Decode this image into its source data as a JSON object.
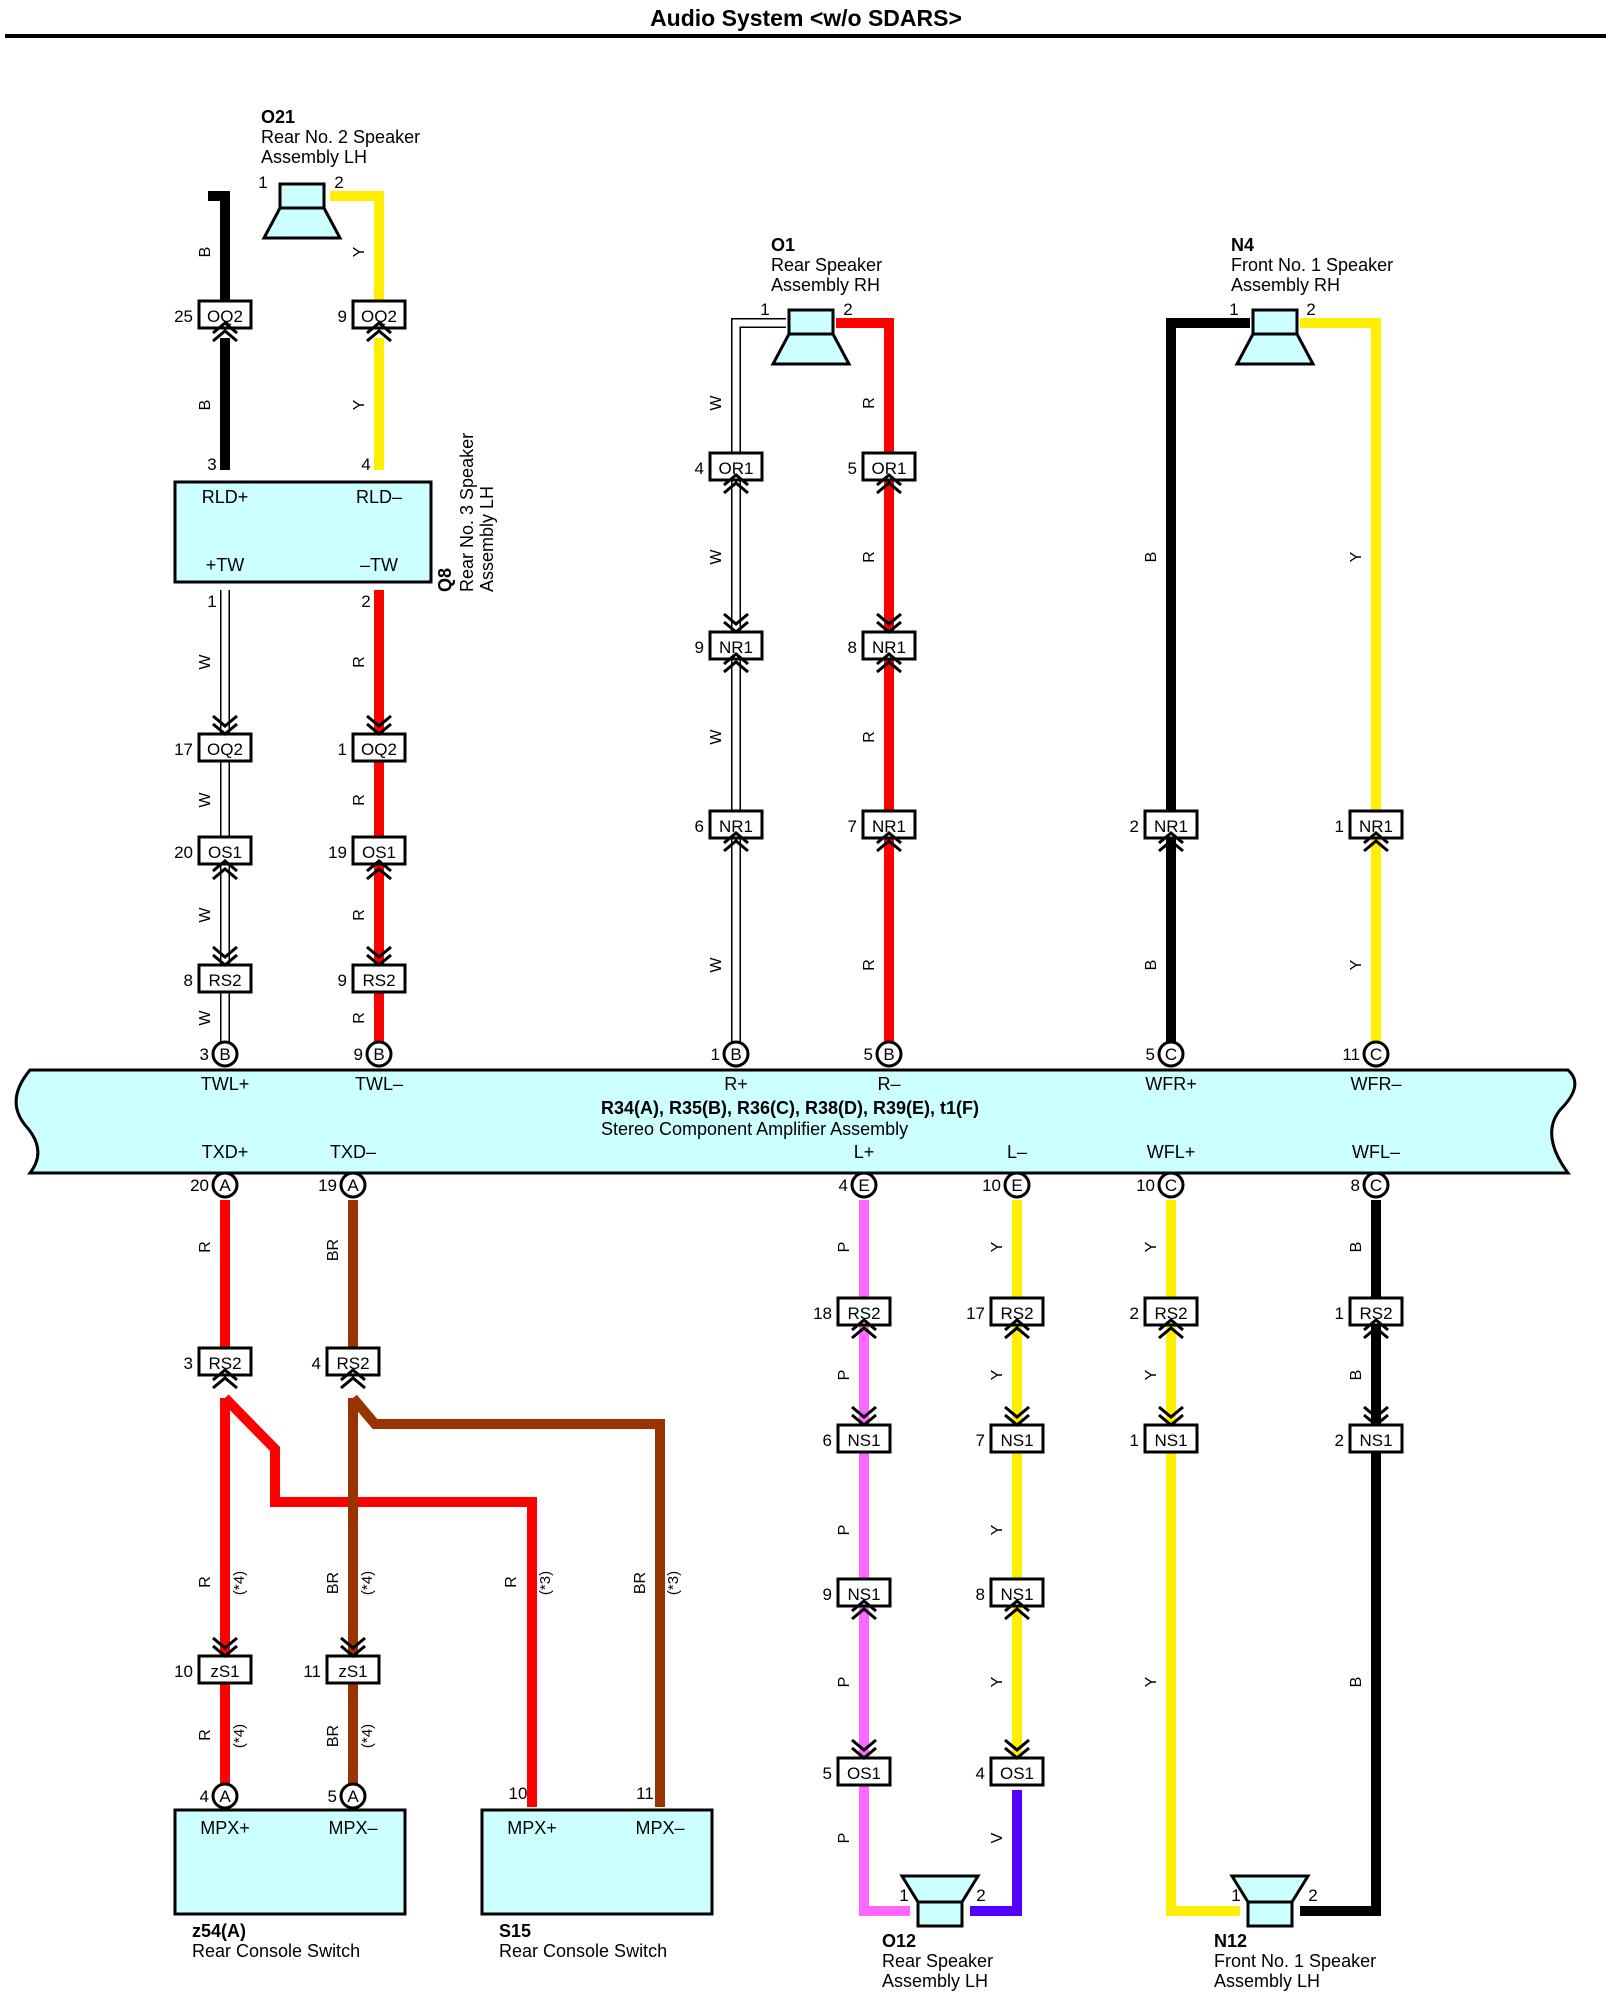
{
  "title": "Audio System <w/o SDARS>",
  "amplifier": {
    "codes": "R34(A), R35(B), R36(C), R38(D), R39(E), t1(F)",
    "name": "Stereo Component Amplifier Assembly",
    "terminals_top": [
      "TWL+",
      "TWL–",
      "R+",
      "R–",
      "WFR+",
      "WFR–"
    ],
    "terminals_bottom": [
      "TXD+",
      "TXD–",
      "L+",
      "L–",
      "WFL+",
      "WFL–"
    ]
  },
  "components": {
    "o21": {
      "code": "O21",
      "name_line1": "Rear No. 2 Speaker",
      "name_line2": "Assembly LH"
    },
    "o1": {
      "code": "O1",
      "name_line1": "Rear Speaker",
      "name_line2": "Assembly RH"
    },
    "n4": {
      "code": "N4",
      "name_line1": "Front No. 1 Speaker",
      "name_line2": "Assembly RH"
    },
    "q8": {
      "code": "Q8",
      "name_line1": "Rear No. 3 Speaker",
      "name_line2": "Assembly LH",
      "t1": "RLD+",
      "t2": "RLD–",
      "t3": "+TW",
      "t4": "–TW"
    },
    "z54": {
      "code": "z54(A)",
      "name": "Rear Console Switch",
      "t1": "MPX+",
      "t2": "MPX–"
    },
    "s15": {
      "code": "S15",
      "name": "Rear Console Switch",
      "t1": "MPX+",
      "t2": "MPX–"
    },
    "o12": {
      "code": "O12",
      "name_line1": "Rear Speaker",
      "name_line2": "Assembly LH"
    },
    "n12": {
      "code": "N12",
      "name_line1": "Front No. 1 Speaker",
      "name_line2": "Assembly LH"
    }
  },
  "colors": {
    "B": "#000000",
    "Y": "#ffee00",
    "W": "#ffffff",
    "R": "#ff0000",
    "BR": "#993300",
    "P": "#ff66ff",
    "V": "#5500ff",
    "box_fill": "#ccffff"
  },
  "connectors": [
    {
      "pin": "25",
      "code": "OQ2"
    },
    {
      "pin": "9",
      "code": "OQ2"
    },
    {
      "pin": "17",
      "code": "OQ2"
    },
    {
      "pin": "1",
      "code": "OQ2"
    },
    {
      "pin": "20",
      "code": "OS1"
    },
    {
      "pin": "19",
      "code": "OS1"
    },
    {
      "pin": "8",
      "code": "RS2"
    },
    {
      "pin": "9",
      "code": "RS2"
    },
    {
      "pin": "4",
      "code": "OR1"
    },
    {
      "pin": "5",
      "code": "OR1"
    },
    {
      "pin": "9",
      "code": "NR1"
    },
    {
      "pin": "8",
      "code": "NR1"
    },
    {
      "pin": "6",
      "code": "NR1"
    },
    {
      "pin": "7",
      "code": "NR1"
    },
    {
      "pin": "2",
      "code": "NR1"
    },
    {
      "pin": "1",
      "code": "NR1"
    },
    {
      "pin": "3",
      "code": "RS2"
    },
    {
      "pin": "4",
      "code": "RS2"
    },
    {
      "pin": "10",
      "code": "zS1"
    },
    {
      "pin": "11",
      "code": "zS1"
    },
    {
      "pin": "18",
      "code": "RS2"
    },
    {
      "pin": "17",
      "code": "RS2"
    },
    {
      "pin": "2",
      "code": "RS2"
    },
    {
      "pin": "1",
      "code": "RS2"
    },
    {
      "pin": "6",
      "code": "NS1"
    },
    {
      "pin": "7",
      "code": "NS1"
    },
    {
      "pin": "1",
      "code": "NS1"
    },
    {
      "pin": "2",
      "code": "NS1"
    },
    {
      "pin": "9",
      "code": "NS1"
    },
    {
      "pin": "8",
      "code": "NS1"
    },
    {
      "pin": "5",
      "code": "OS1"
    },
    {
      "pin": "4",
      "code": "OS1"
    }
  ],
  "terminals": [
    {
      "pin": "3",
      "letter": "B"
    },
    {
      "pin": "9",
      "letter": "B"
    },
    {
      "pin": "1",
      "letter": "B"
    },
    {
      "pin": "5",
      "letter": "B"
    },
    {
      "pin": "5",
      "letter": "C"
    },
    {
      "pin": "11",
      "letter": "C"
    },
    {
      "pin": "20",
      "letter": "A"
    },
    {
      "pin": "19",
      "letter": "A"
    },
    {
      "pin": "4",
      "letter": "E"
    },
    {
      "pin": "10",
      "letter": "E"
    },
    {
      "pin": "10",
      "letter": "C"
    },
    {
      "pin": "8",
      "letter": "C"
    },
    {
      "pin": "4",
      "letter": "A"
    },
    {
      "pin": "5",
      "letter": "A"
    }
  ],
  "pin_labels": [
    "1",
    "2",
    "3",
    "4",
    "10",
    "11"
  ],
  "wire_colors": [
    "B",
    "Y",
    "W",
    "R",
    "BR",
    "P",
    "V"
  ],
  "notes": [
    "(*4)",
    "(*3)"
  ]
}
